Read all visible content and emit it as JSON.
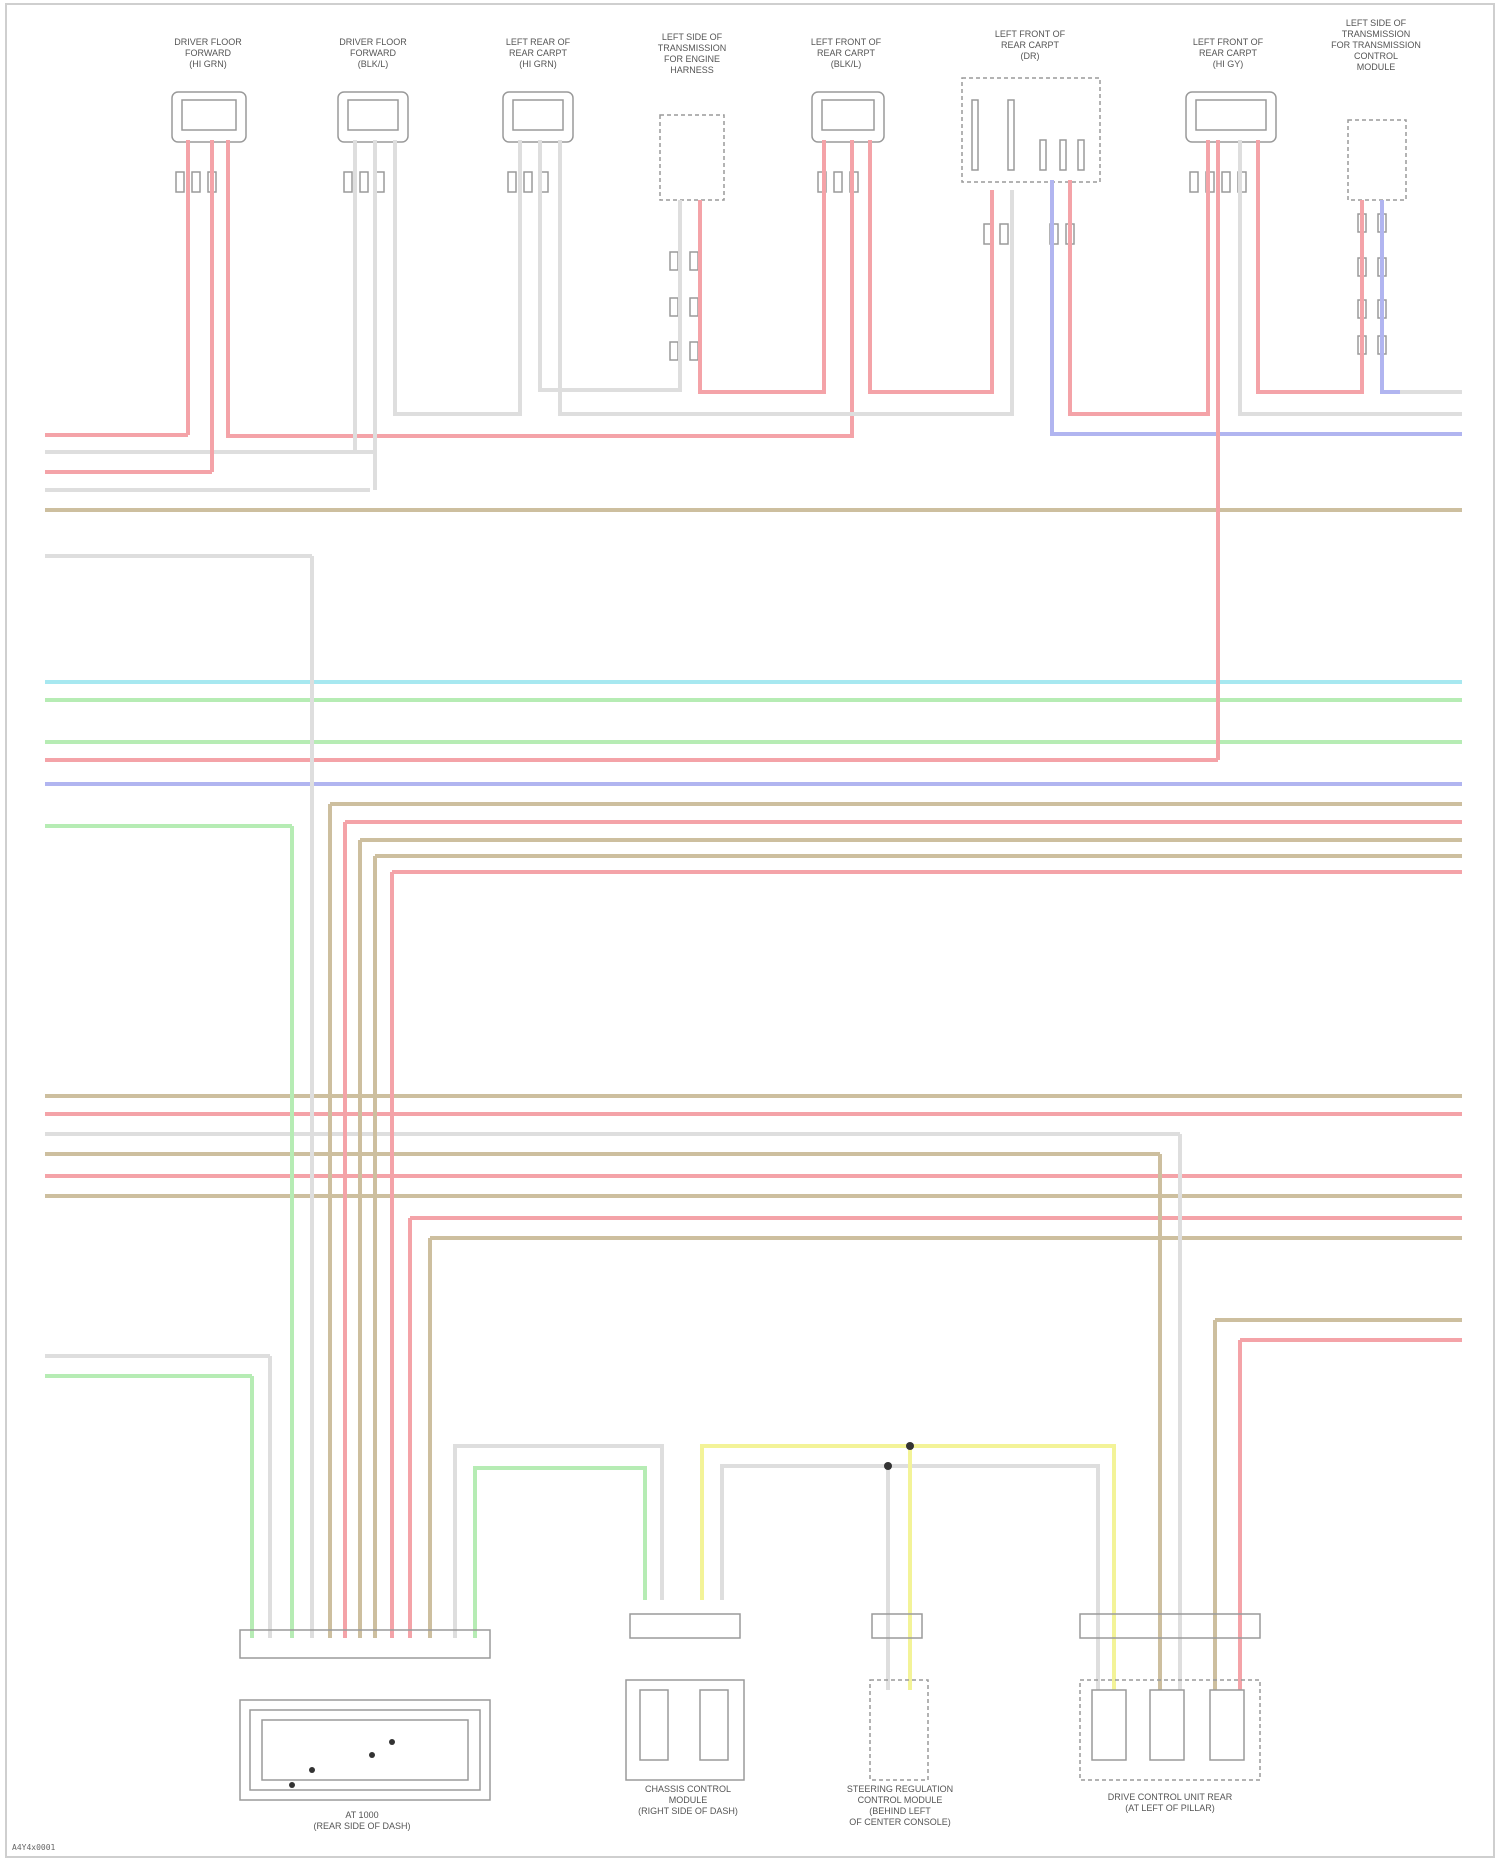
{
  "diagram": {
    "components": [
      {
        "id": "c1",
        "label": [
          "DRIVER FLOOR",
          "FORWARD",
          "(HI GRN)"
        ]
      },
      {
        "id": "c2",
        "label": [
          "DRIVER FLOOR",
          "FORWARD",
          "(BLK/L)"
        ]
      },
      {
        "id": "c3",
        "label": [
          "LEFT REAR OF",
          "REAR CARPT",
          "(HI GRN)"
        ]
      },
      {
        "id": "c4",
        "label": [
          "LEFT SIDE OF",
          "TRANSMISSION",
          "FOR ENGINE",
          "HARNESS"
        ]
      },
      {
        "id": "c5",
        "label": [
          "LEFT FRONT OF",
          "REAR CARPT",
          "(BLK/L)"
        ]
      },
      {
        "id": "c6",
        "label": [
          "LEFT FRONT OF",
          "REAR CARPT",
          "(DR)"
        ]
      },
      {
        "id": "c7",
        "label": [
          "LEFT FRONT OF",
          "REAR CARPT",
          "(HI GY)"
        ]
      },
      {
        "id": "c8",
        "label": [
          "LEFT SIDE OF",
          "TRANSMISSION",
          "FOR TRANSMISSION",
          "CONTROL",
          "MODULE"
        ]
      },
      {
        "id": "c9",
        "label": [
          "AT 1000",
          "(REAR SIDE OF DASH)"
        ]
      },
      {
        "id": "c10",
        "label": [
          "CHASSIS CONTROL",
          "MODULE",
          "(RIGHT SIDE OF DASH)"
        ]
      },
      {
        "id": "c11",
        "label": [
          "STEERING REGULATION",
          "CONTROL MODULE",
          "(BEHIND LEFT",
          "OF CENTER CONSOLE)"
        ]
      },
      {
        "id": "c12",
        "label": [
          "DRIVE CONTROL UNIT REAR",
          "(AT LEFT OF PILLAR)"
        ]
      }
    ],
    "footer": "A4Y4x0001"
  }
}
